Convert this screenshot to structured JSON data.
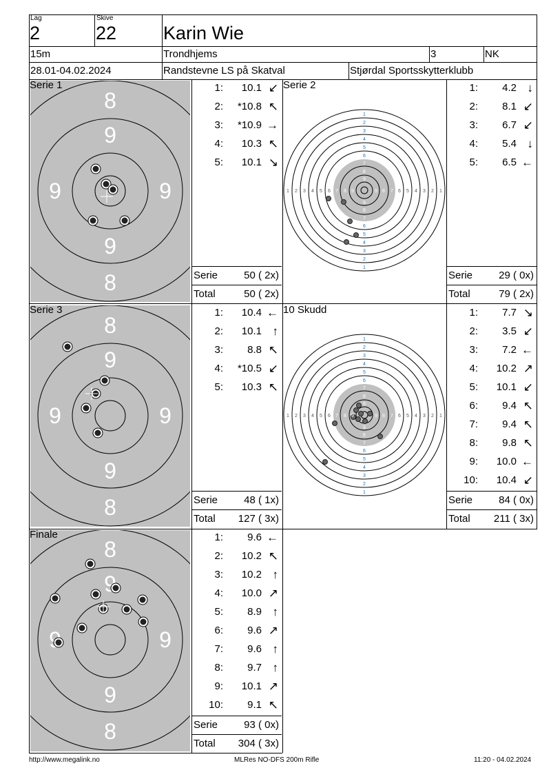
{
  "header": {
    "lag_label": "Lag",
    "lag": "2",
    "skive_label": "Skive",
    "skive": "22",
    "name": "Karin Wie",
    "distance": "15m",
    "club_short": "Trondhjems",
    "class_num": "3",
    "class": "NK",
    "dates": "28.01-04.02.2024",
    "event": "Randstevne LS på Skatval",
    "organizer": "Stjørdal Sportsskytterklubb"
  },
  "target_labels": {
    "eight": "8",
    "nine": "9"
  },
  "big_ring_labels": [
    "1",
    "2",
    "3",
    "4",
    "5",
    "6",
    "7",
    "8",
    "9"
  ],
  "sections": [
    {
      "title": "Serie 1",
      "shots": [
        [
          "1:",
          "10.1",
          "↙"
        ],
        [
          "2:",
          "*10.8",
          "↖"
        ],
        [
          "3:",
          "*10.9",
          "→"
        ],
        [
          "4:",
          "10.3",
          "↖"
        ],
        [
          "5:",
          "10.1",
          "↘"
        ]
      ],
      "serie_label": "Serie",
      "serie": "50 ( 2x)",
      "total_label": "Total",
      "total": "50 ( 2x)"
    },
    {
      "title": "Serie 2",
      "shots": [
        [
          "1:",
          "4.2",
          "↓"
        ],
        [
          "2:",
          "8.1",
          "↙"
        ],
        [
          "3:",
          "6.7",
          "↙"
        ],
        [
          "4:",
          "5.4",
          "↓"
        ],
        [
          "5:",
          "6.5",
          "←"
        ]
      ],
      "serie_label": "Serie",
      "serie": "29 ( 0x)",
      "total_label": "Total",
      "total": "79 ( 2x)"
    },
    {
      "title": "Serie 3",
      "shots": [
        [
          "1:",
          "10.4",
          "←"
        ],
        [
          "2:",
          "10.1",
          "↑"
        ],
        [
          "3:",
          "8.8",
          "↖"
        ],
        [
          "4:",
          "*10.5",
          "↙"
        ],
        [
          "5:",
          "10.3",
          "↖"
        ]
      ],
      "serie_label": "Serie",
      "serie": "48 ( 1x)",
      "total_label": "Total",
      "total": "127 ( 3x)"
    },
    {
      "title": "10 Skudd",
      "shots": [
        [
          "1:",
          "7.7",
          "↘"
        ],
        [
          "2:",
          "3.5",
          "↙"
        ],
        [
          "3:",
          "7.2",
          "←"
        ],
        [
          "4:",
          "10.2",
          "↗"
        ],
        [
          "5:",
          "10.1",
          "↙"
        ],
        [
          "6:",
          "9.4",
          "↖"
        ],
        [
          "7:",
          "9.4",
          "↖"
        ],
        [
          "8:",
          "9.8",
          "↖"
        ],
        [
          "9:",
          "10.0",
          "←"
        ],
        [
          "10:",
          "10.4",
          "↙"
        ]
      ],
      "serie_label": "Serie",
      "serie": "84 ( 0x)",
      "total_label": "Total",
      "total": "211 ( 3x)"
    },
    {
      "title": "Finale",
      "shots": [
        [
          "1:",
          "9.6",
          "←"
        ],
        [
          "2:",
          "10.2",
          "↖"
        ],
        [
          "3:",
          "10.2",
          "↑"
        ],
        [
          "4:",
          "10.0",
          "↗"
        ],
        [
          "5:",
          "8.9",
          "↑"
        ],
        [
          "6:",
          "9.6",
          "↗"
        ],
        [
          "7:",
          "9.6",
          "↑"
        ],
        [
          "8:",
          "9.7",
          "↑"
        ],
        [
          "9:",
          "10.1",
          "↗"
        ],
        [
          "10:",
          "9.1",
          "↖"
        ]
      ],
      "serie_label": "Serie",
      "serie": "93 ( 0x)",
      "total_label": "Total",
      "total": "304 ( 3x)"
    }
  ],
  "footer": {
    "url": "http://www.megalink.no",
    "software": "MLRes NO-DFS 200m Rifle",
    "timestamp": "11:20 - 04.02.2024"
  },
  "colors": {
    "target_gray": "#c0c0c0",
    "ring_label_blue": "#1e6fb0"
  }
}
